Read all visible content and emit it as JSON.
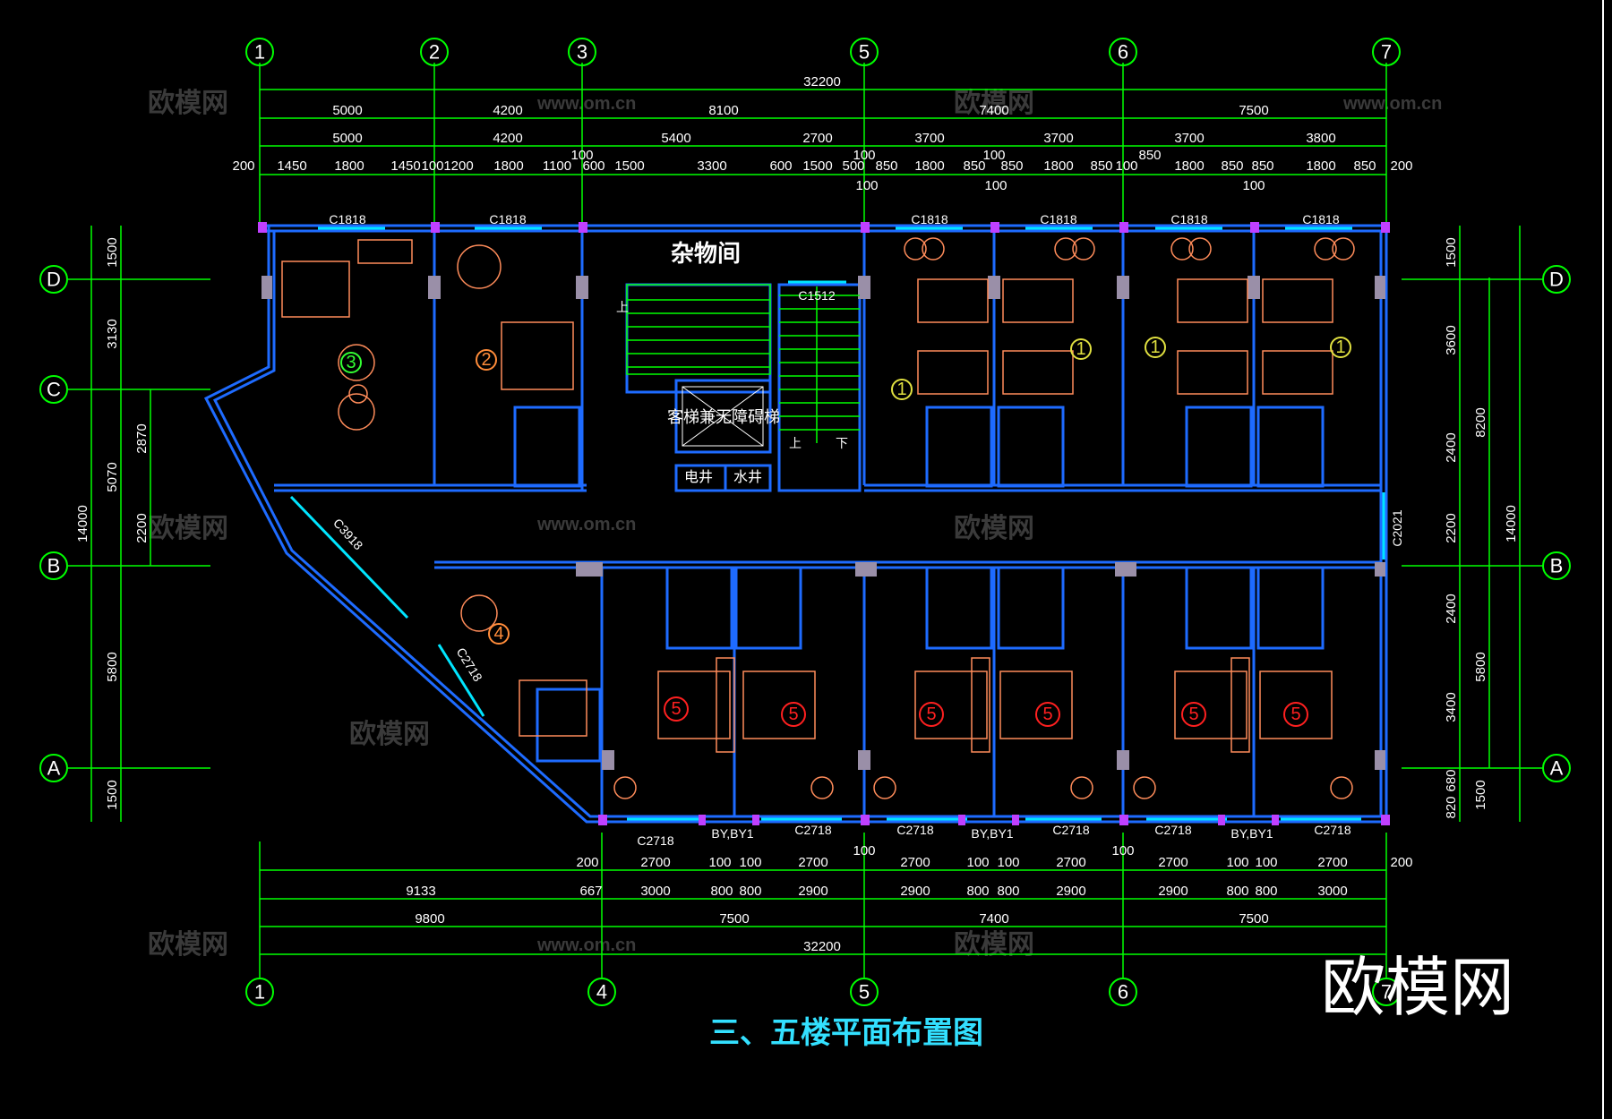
{
  "drawing": {
    "title": "三、五楼平面布置图",
    "brand_mark": "欧模网",
    "watermark_text": "欧模网",
    "watermark_url": "www.om.cn",
    "colors": {
      "background": "#000000",
      "dimension": "#00ff00",
      "wall": "#1e6bff",
      "furniture": "#ff8c5a",
      "title": "#33e0ff",
      "window": "#00e5ff",
      "marker_red": "#ff2020"
    }
  },
  "grid": {
    "top_axes": [
      "1",
      "2",
      "3",
      "5",
      "6",
      "7"
    ],
    "bottom_axes": [
      "1",
      "4",
      "5",
      "6",
      "7"
    ],
    "left_axes": [
      "D",
      "C",
      "B",
      "A"
    ],
    "right_axes": [
      "D",
      "B",
      "A"
    ]
  },
  "top_dims": {
    "overall": "32200",
    "row1": [
      "5000",
      "4200",
      "8100",
      "7400",
      "7500"
    ],
    "row2": [
      "5000",
      "4200",
      "5400",
      "2700",
      "3700",
      "3700",
      "3700",
      "3800"
    ],
    "row3": [
      "200",
      "1450",
      "1800",
      "1450",
      "100",
      "1200",
      "1800",
      "1100",
      "600",
      "1500",
      "3300",
      "600",
      "1500",
      "500",
      "850",
      "1800",
      "850",
      "850",
      "1800",
      "850",
      "100",
      "850",
      "1800",
      "850",
      "850",
      "1800",
      "850",
      "200"
    ],
    "small": [
      "100",
      "100",
      "100",
      "100",
      "100",
      "100"
    ]
  },
  "bottom_dims": {
    "overall": "32200",
    "row1": [
      "9800",
      "7500",
      "7400",
      "7500"
    ],
    "row2": [
      "9133",
      "667",
      "3000",
      "800",
      "800",
      "2900",
      "2900",
      "800",
      "800",
      "2900",
      "2900",
      "800",
      "800",
      "3000"
    ],
    "row3": [
      "200",
      "2700",
      "100",
      "100",
      "2700",
      "2700",
      "100",
      "100",
      "2700",
      "2700",
      "100",
      "100",
      "2700",
      "200"
    ],
    "small": [
      "100",
      "100"
    ]
  },
  "left_dims": {
    "outer": "14000",
    "middle": [
      "1500",
      "3130",
      "5070",
      "5800",
      "1500"
    ],
    "inner": [
      "2870",
      "2200"
    ]
  },
  "right_dims": {
    "outer": "14000",
    "middle": [
      "8200",
      "5800"
    ],
    "inner": [
      "1500",
      "3600",
      "2400",
      "2200",
      "2400",
      "3400",
      "680",
      "1500",
      "820"
    ]
  },
  "windows": {
    "top": [
      "C1818",
      "C1818",
      "C1818",
      "C1818",
      "C1818",
      "C1818"
    ],
    "stair_window": "C1512",
    "diagonal_1": "C3918",
    "diagonal_2": "C2718",
    "right_side": "C2021",
    "bottom": [
      "C2718",
      "BY,BY1",
      "C2718",
      "C2718",
      "BY,BY1",
      "C2718",
      "C2718",
      "BY,BY1",
      "C2718"
    ]
  },
  "rooms": {
    "storage": "杂物间",
    "elevator": "客梯兼无障碍梯",
    "electric_shaft": "电井",
    "water_shaft": "水井",
    "stair_up": "上",
    "stair_down": "下",
    "stair_up_2": "上"
  },
  "markers": {
    "top_row": [
      "3",
      "2",
      "1",
      "1",
      "1",
      "1"
    ],
    "large_suite": "4",
    "bottom_row": [
      "5",
      "5",
      "5",
      "5",
      "5",
      "5"
    ]
  }
}
